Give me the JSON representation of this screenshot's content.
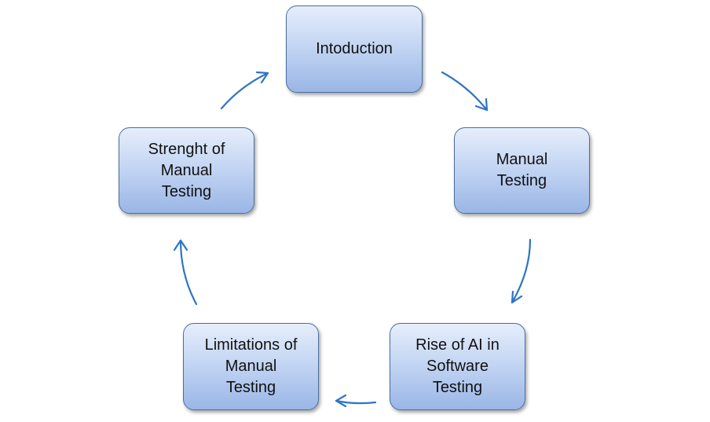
{
  "nodes": [
    {
      "id": "n1",
      "label": "Intoduction"
    },
    {
      "id": "n2",
      "label": "Manual\nTesting"
    },
    {
      "id": "n3",
      "label": "Rise of AI in\nSoftware\nTesting"
    },
    {
      "id": "n4",
      "label": "Limitations of\nManual\nTesting"
    },
    {
      "id": "n5",
      "label": "Strenght of\nManual\nTesting"
    }
  ],
  "colors": {
    "arrow": "#2e75c4",
    "node_border": "#4a6fa0",
    "node_fill_top": "#e6eefb",
    "node_fill_bottom": "#9ab6e6"
  }
}
